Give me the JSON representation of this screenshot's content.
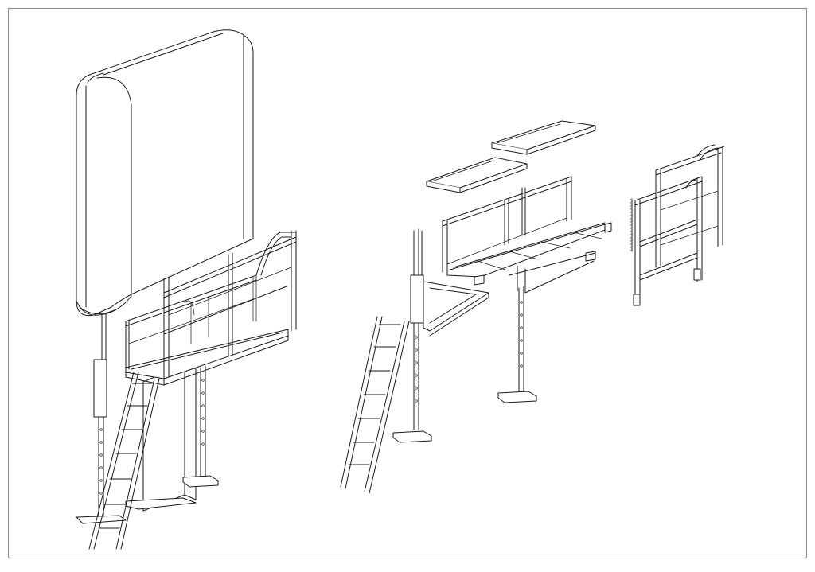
{
  "drawing": {
    "line_color": "#1a1a1a",
    "background_color": "#ffffff",
    "frame_color": "#8a8a8a",
    "views": [
      "assembled-billboard",
      "exploded-platform",
      "exploded-railing"
    ]
  }
}
